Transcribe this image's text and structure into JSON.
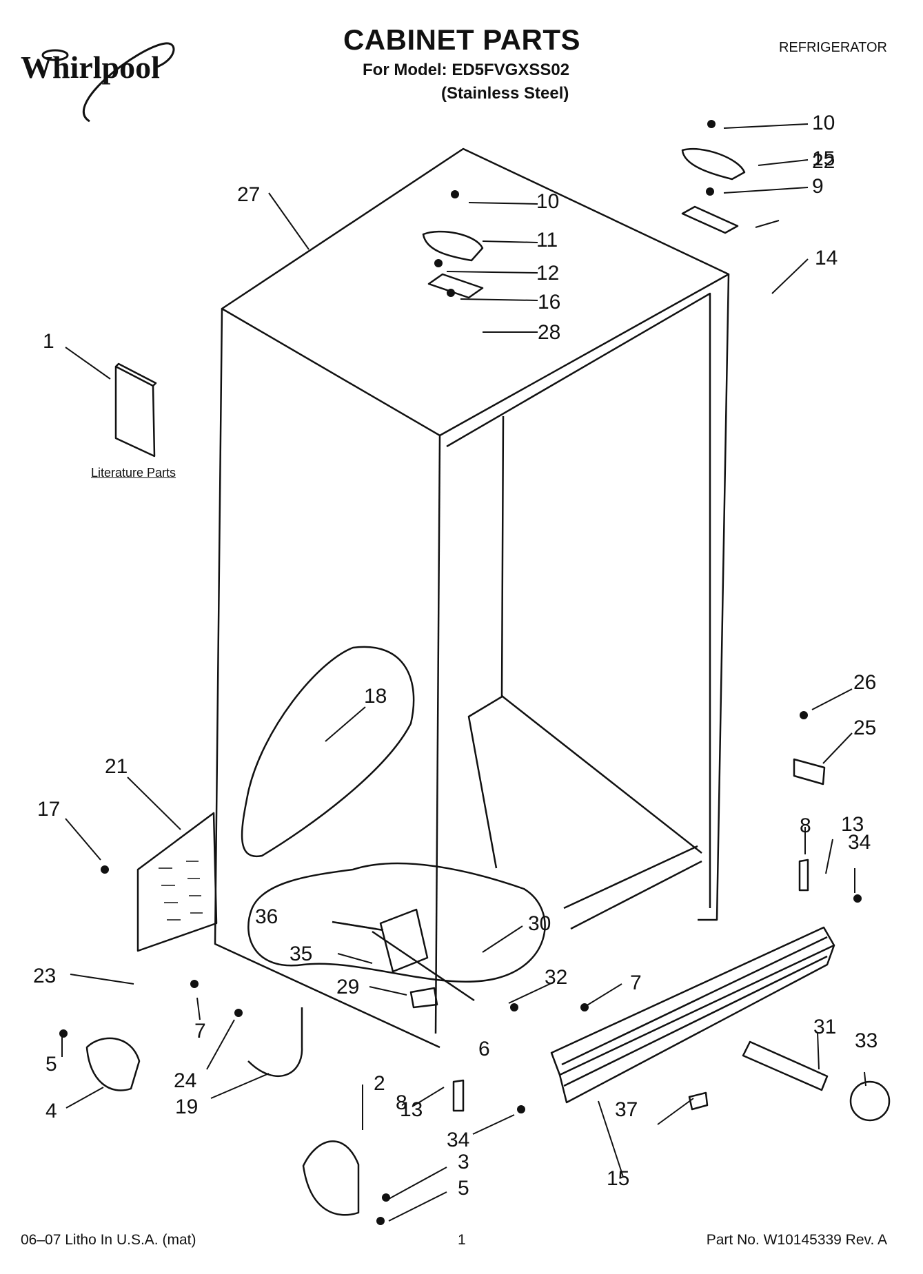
{
  "header": {
    "brand": "Whirlpool",
    "title": "CABINET PARTS",
    "model_line": "For Model: ED5FVGXSS02",
    "finish_line": "(Stainless Steel)",
    "category": "REFRIGERATOR"
  },
  "literature_label": "Literature Parts",
  "callouts": [
    "1",
    "2",
    "3",
    "4",
    "5",
    "5",
    "6",
    "7",
    "7",
    "8",
    "8",
    "9",
    "10",
    "10",
    "11",
    "12",
    "13",
    "13",
    "14",
    "15",
    "15",
    "16",
    "17",
    "18",
    "19",
    "21",
    "22",
    "23",
    "24",
    "25",
    "26",
    "27",
    "28",
    "29",
    "30",
    "31",
    "32",
    "33",
    "34",
    "34",
    "35",
    "36",
    "37"
  ],
  "footer": {
    "left": "06–07 Litho In U.S.A. (mat)",
    "page": "1",
    "right": "Part No. W10145339 Rev. A"
  },
  "colors": {
    "line": "#111111",
    "background": "#ffffff"
  }
}
